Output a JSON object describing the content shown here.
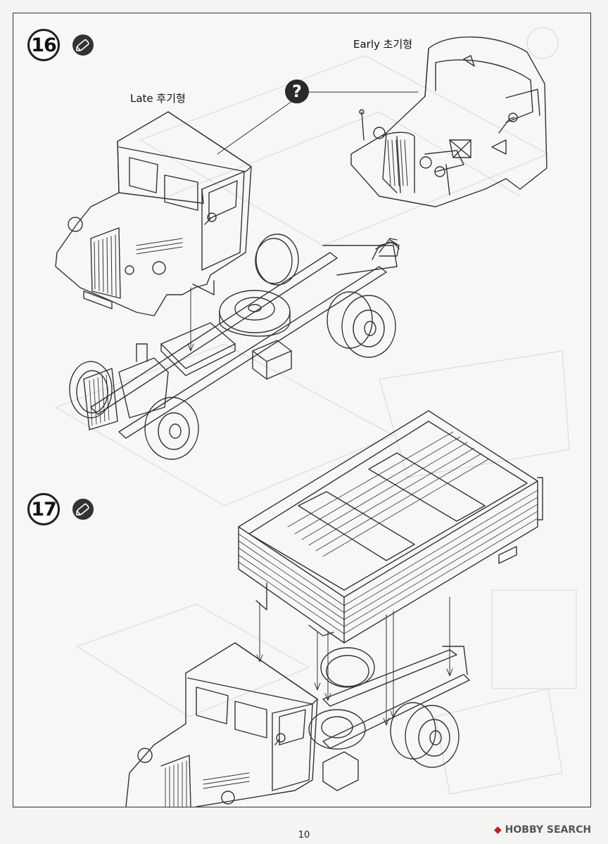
{
  "steps": [
    {
      "number": "16"
    },
    {
      "number": "17"
    }
  ],
  "labels": {
    "late": "Late 후기형",
    "early": "Early 초기형"
  },
  "icons": {
    "glue": "glue-pencil-icon",
    "question": "?"
  },
  "footer": {
    "page_number": "10",
    "watermark": "HOBBY SEARCH",
    "watermark_mark": "◆"
  }
}
